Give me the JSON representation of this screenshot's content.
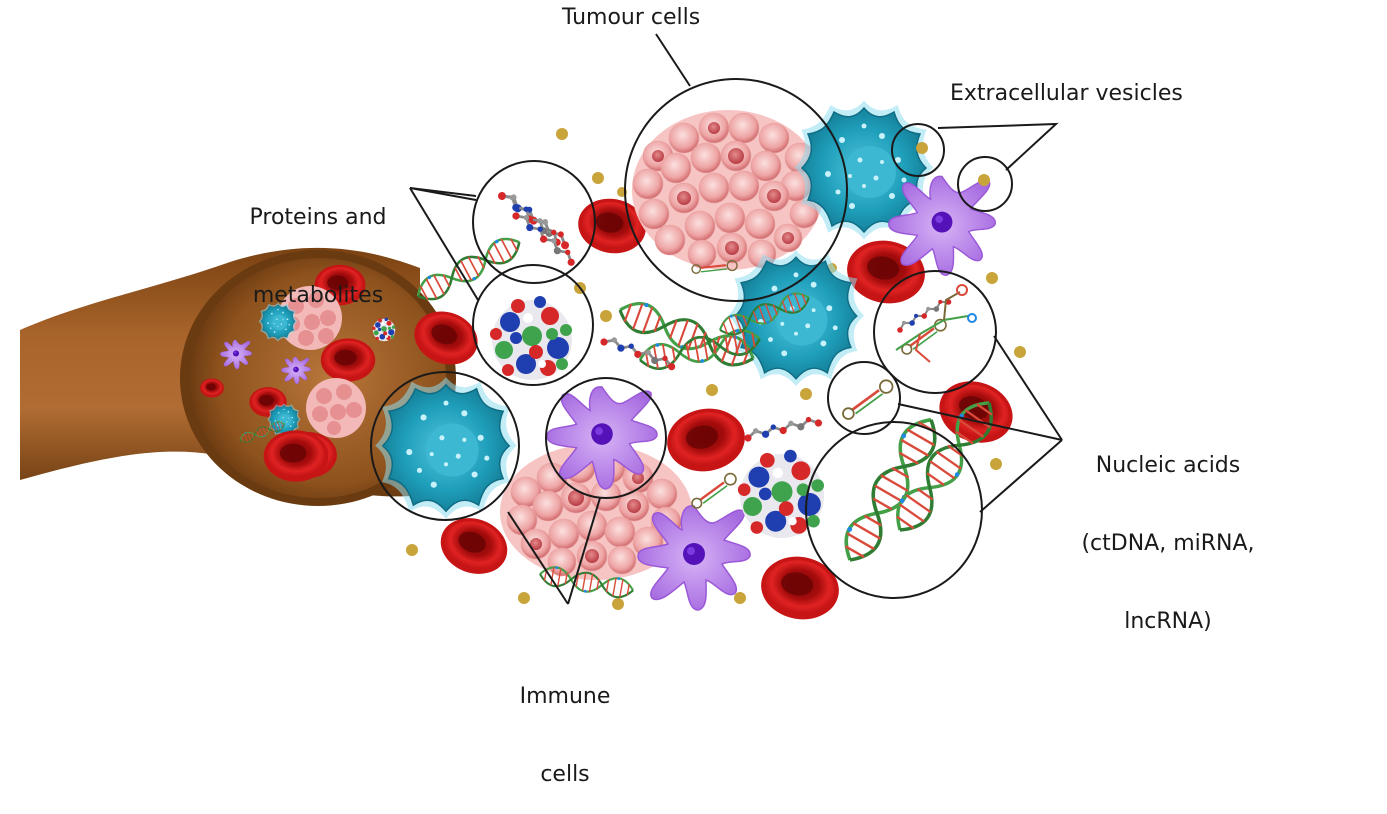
{
  "labels": {
    "tumour_cells": "Tumour cells",
    "extracellular_vesicles": "Extracellular vesicles",
    "proteins_line1": "Proteins and",
    "proteins_line2": "metabolites",
    "nucleic_line1": "Nucleic acids",
    "nucleic_line2": "(ctDNA, miRNA,",
    "nucleic_line3": "lncRNA)",
    "immune_line1": "Immune",
    "immune_line2": "cells"
  },
  "colors": {
    "vessel": "#9b5a24",
    "vessel_dark": "#6e3c12",
    "red_cell": "#d81c1c",
    "red_cell_dark": "#8e0c0c",
    "tumour": "#e99a9a",
    "tumour_dark": "#c9555a",
    "cancer_cell": "#1e9db8",
    "cancer_cell_glow": "#74d6ec",
    "immune_cell": "#b57fe8",
    "immune_nucleus": "#5a12c2",
    "vesicle": "#c8a43a",
    "dna_green": "#43a047",
    "dna_red": "#d94a3a",
    "protein_blue": "#1f3fb0",
    "protein_red": "#d62828",
    "protein_green": "#3fa34d"
  }
}
